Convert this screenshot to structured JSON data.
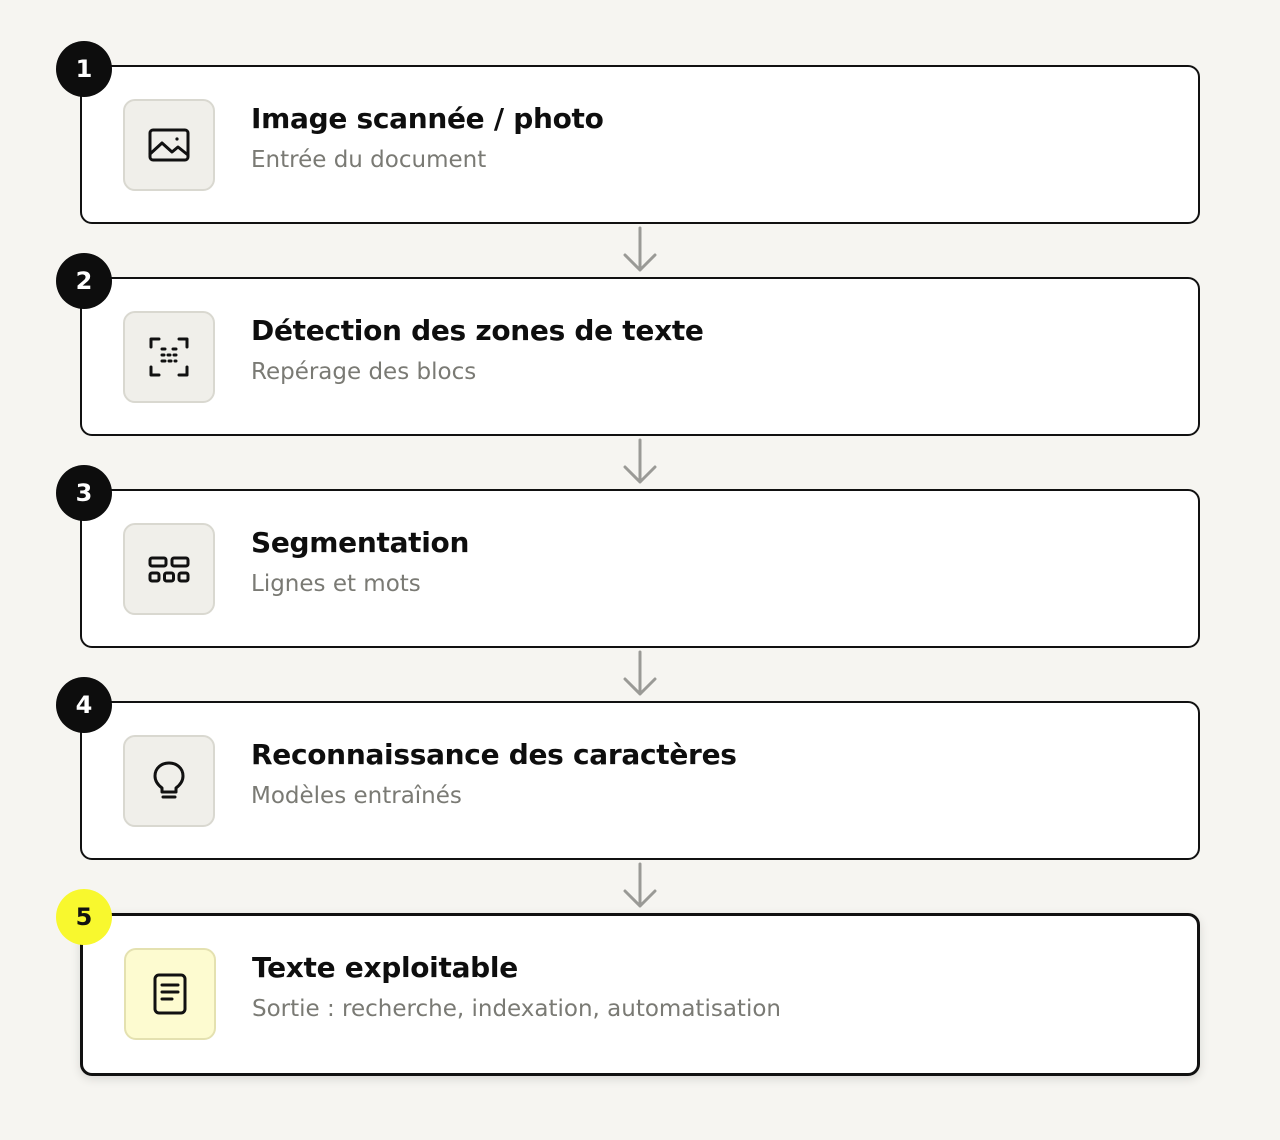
{
  "steps": [
    {
      "number": "1",
      "title": "Image scannée / photo",
      "subtitle": "Entrée du document",
      "icon": "image-icon"
    },
    {
      "number": "2",
      "title": "Détection des zones de texte",
      "subtitle": "Repérage des blocs",
      "icon": "scan-frame-icon"
    },
    {
      "number": "3",
      "title": "Segmentation",
      "subtitle": "Lignes et mots",
      "icon": "segments-icon"
    },
    {
      "number": "4",
      "title": "Reconnaissance des caractères",
      "subtitle": "Modèles entraînés",
      "icon": "lightbulb-icon"
    },
    {
      "number": "5",
      "title": "Texte exploitable",
      "subtitle": "Sortie : recherche, indexation, automatisation",
      "icon": "document-icon"
    }
  ],
  "colors": {
    "background": "#f6f5f1",
    "badge": "#0d0d0d",
    "final_badge": "#f8f82e",
    "final_icon_bg": "#fdfbd0",
    "arrow": "#9a9a96"
  }
}
